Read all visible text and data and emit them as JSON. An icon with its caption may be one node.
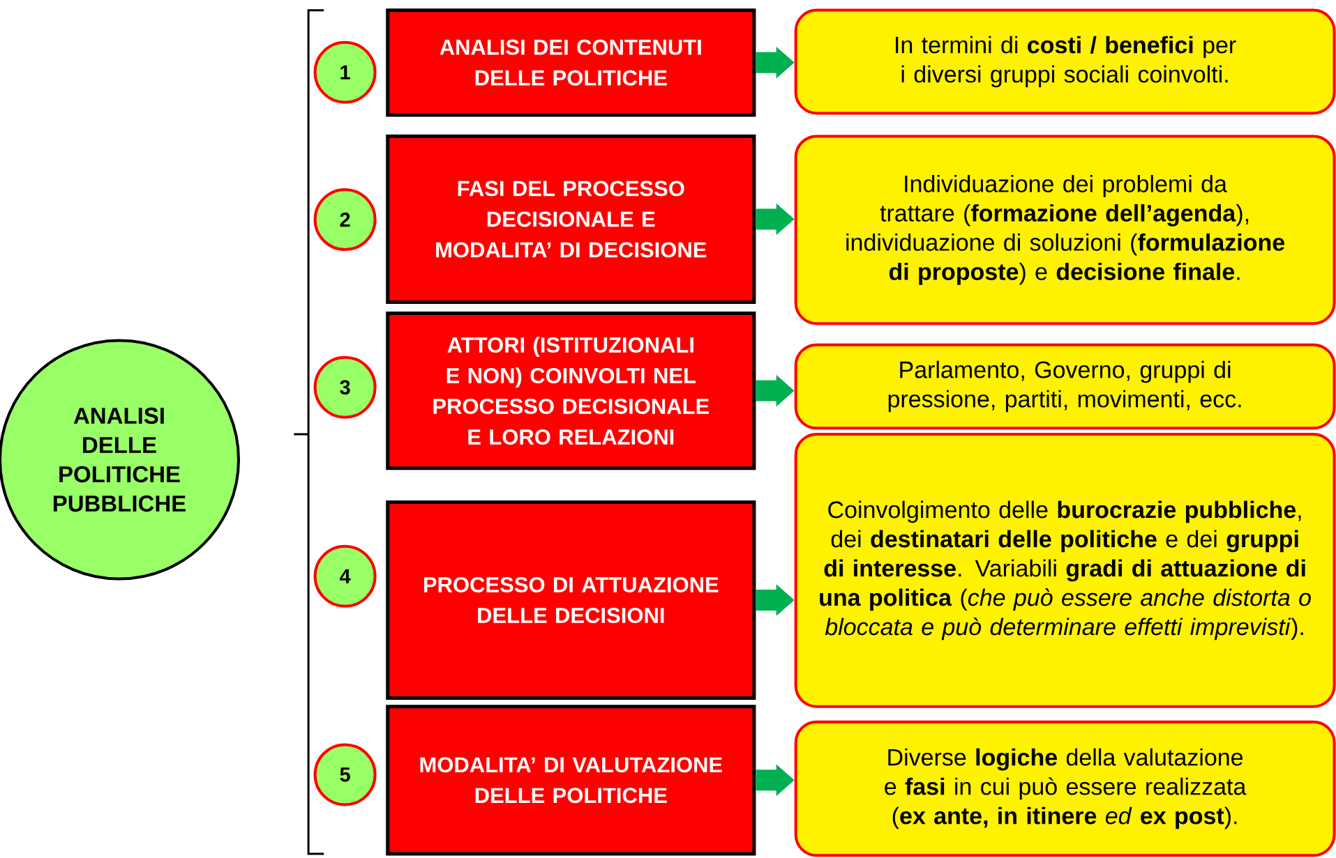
{
  "diagram": {
    "nodes": [
      {
        "text": [
          "ANALISI DELLE POLITICHE PUBBLICHE"
        ]
      },
      {
        "text": [
          "1"
        ]
      },
      {
        "text": [
          "ANALISI DEI CONTENUTI DELLE POLITICHE"
        ]
      },
      {
        "text": [
          "In termini di **costi / benefici** per i diversi gruppi sociali coinvolti."
        ]
      },
      {
        "text": [
          "2"
        ]
      },
      {
        "text": [
          "FASI DEL PROCESSO DECISIONALE E MODALITA’ DI DECISIONE"
        ]
      },
      {
        "text": [
          "Individuazione dei problemi da trattare (**formazione dell’agenda**), individuazione di soluzioni (**formulazione di proposte**) e **decisione finale**."
        ]
      },
      {
        "text": [
          "3"
        ]
      },
      {
        "text": [
          "ATTORI (ISTITUZIONALI E NON) COINVOLTI NEL PROCESSO DECISIONALE E LORO RELAZIONI"
        ]
      },
      {
        "text": [
          "Parlamento, Governo, gruppi di pressione, partiti, movimenti, ecc."
        ]
      },
      {
        "text": [
          "4"
        ]
      },
      {
        "text": [
          "PROCESSO DI ATTUAZIONE DELLE DECISIONI"
        ]
      },
      {
        "text": [
          "Coinvolgimento delle **burocrazie pubbliche**, dei **destinatari delle politiche** e dei **gruppi di interesse**. Variabili **gradi di attuazione di una politica** (*che può essere anche distorta o bloccata e può determinare effetti imprevisti*)."
        ]
      },
      {
        "text": [
          "5"
        ]
      },
      {
        "text": [
          "MODALITA’ DI VALUTAZIONE DELLE POLITICHE"
        ]
      },
      {
        "text": [
          "Diverse **logiche** della valutazione e **fasi** in cui può essere realizzata (**ex ante, in itinere** *ed* **ex post**)."
        ]
      }
    ],
    "edges": [
      {
        "from": 2,
        "to": 3,
        "arrow": "to"
      },
      {
        "from": 5,
        "to": 6,
        "arrow": "to"
      },
      {
        "from": 8,
        "to": 9,
        "arrow": "to"
      },
      {
        "from": 11,
        "to": 12,
        "arrow": "to"
      },
      {
        "from": 14,
        "to": 15,
        "arrow": "to"
      }
    ]
  }
}
